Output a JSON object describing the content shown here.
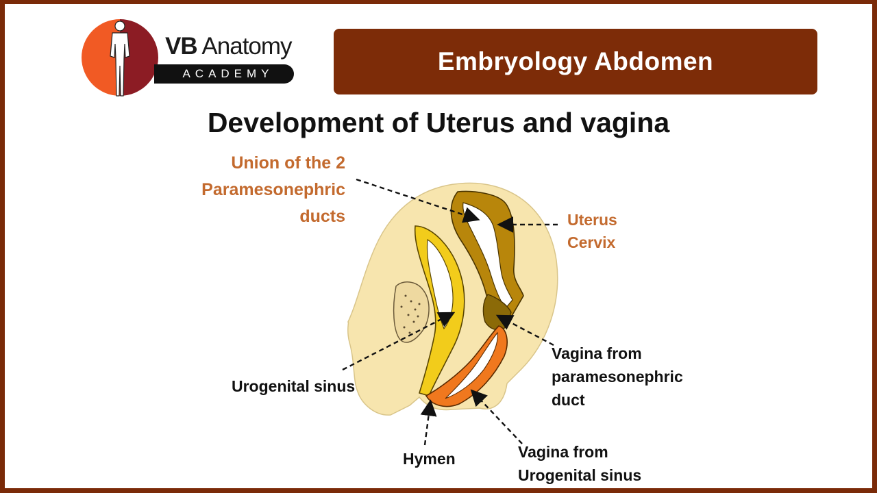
{
  "logo": {
    "brand": "VB Anatomy",
    "brand_bold": "VB",
    "brand_rest": " Anatomy",
    "subtitle": "ACADEMY"
  },
  "header": {
    "banner_title": "Embryology Abdomen"
  },
  "page": {
    "title": "Development of Uterus and vagina"
  },
  "labels": {
    "union": [
      "Union of the 2",
      "Paramesonephric",
      "ducts"
    ],
    "uterus_cervix": [
      "Uterus",
      "Cervix"
    ],
    "vagina_paramesonephric": [
      "Vagina from",
      "paramesonephric",
      "duct"
    ],
    "urogenital_sinus": "Urogenital sinus",
    "hymen": "Hymen",
    "vagina_urogenital": [
      "Vagina from",
      "Urogenital sinus"
    ]
  },
  "colors": {
    "frame": "#7a2a08",
    "banner": "#7d2c08",
    "label_accent": "#c36a2e",
    "background_tissue": "#f7e5ae",
    "uterus": "#b8860b",
    "bladder": "#f2cc1b",
    "vagina_ugs": "#f0781e"
  }
}
